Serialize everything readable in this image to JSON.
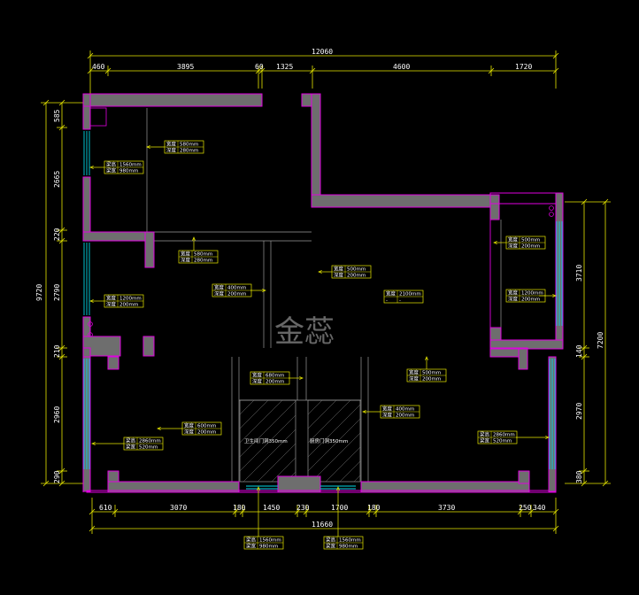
{
  "watermark": "金蕊",
  "top_dims": {
    "overall": "12060",
    "segments": [
      "460",
      "3895",
      "60",
      "1325",
      "4600",
      "1720"
    ]
  },
  "bottom_dims": {
    "overall": "11660",
    "segments": [
      "610",
      "3070",
      "180",
      "1450",
      "230",
      "1700",
      "180",
      "3730",
      "250",
      "340"
    ]
  },
  "left_dims": {
    "overall": "9720",
    "segments": [
      "585",
      "2665",
      "220",
      "2790",
      "210",
      "2960",
      "290"
    ]
  },
  "right_dims": {
    "overall": "7200",
    "segments": [
      "3710",
      "140",
      "2970",
      "380"
    ]
  },
  "labels": {
    "t1": [
      "宽度",
      "580mm",
      "深度",
      "280mm"
    ],
    "t2": [
      "梁高",
      "1560mm",
      "梁宽",
      "980mm"
    ],
    "t3": [
      "宽度",
      "580mm",
      "深度",
      "280mm"
    ],
    "t4": [
      "宽度",
      "1200mm",
      "深度",
      "200mm"
    ],
    "t5": [
      "宽度",
      "400mm",
      "深度",
      "200mm"
    ],
    "t6": [
      "宽度",
      "500mm",
      "深度",
      "200mm"
    ],
    "t7": [
      "宽度",
      "2100mm",
      "-",
      "-"
    ],
    "t8": [
      "宽度",
      "500mm",
      "深度",
      "200mm"
    ],
    "t9": [
      "宽度",
      "1200mm",
      "深度",
      "200mm"
    ],
    "t10": [
      "宽度",
      "680mm",
      "深度",
      "200mm"
    ],
    "t11": [
      "宽度",
      "500mm",
      "深度",
      "200mm"
    ],
    "t12": [
      "宽度",
      "400mm",
      "深度",
      "200mm"
    ],
    "t13": [
      "宽度",
      "600mm",
      "深度",
      "200mm"
    ],
    "t14": [
      "梁高",
      "2860mm",
      "梁宽",
      "520mm"
    ],
    "t15": [
      "梁高",
      "2860mm",
      "梁宽",
      "520mm"
    ],
    "t16": [
      "梁高",
      "1560mm",
      "梁宽",
      "980mm"
    ],
    "t17": [
      "梁高",
      "1560mm",
      "梁宽",
      "980mm"
    ]
  },
  "door_labels": {
    "left": "卫生间门洞350mm",
    "right": "厨房门洞350mm"
  },
  "colors": {
    "background": "#000000",
    "wall_fill": "#6e6e6e",
    "wall_outline": "#e000e0",
    "dimension": "#e8e800",
    "window": "#00d8e8",
    "interior_line": "#9a9a9a"
  }
}
